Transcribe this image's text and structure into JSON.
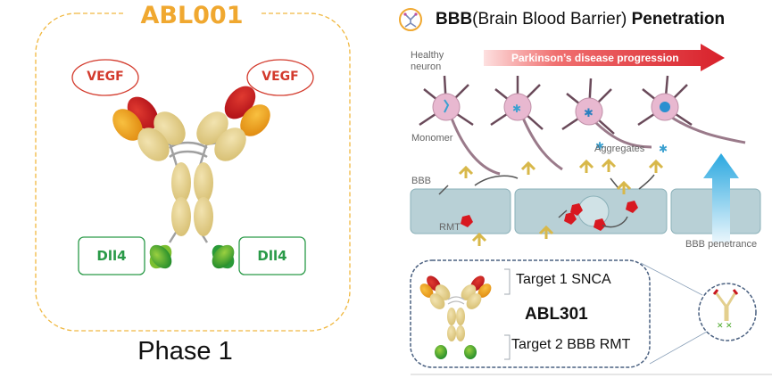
{
  "left": {
    "title": "ABL001",
    "target_top_left": "VEGF",
    "target_top_right": "VEGF",
    "target_bottom_left": "Dll4",
    "target_bottom_right": "Dll4",
    "stage": "Phase 1",
    "colors": {
      "title": "#f0a830",
      "vegf": "#d33a2c",
      "dll4": "#2a9a48",
      "antibody_body": "#e3cf8e",
      "antibody_tip_red": "#c8161e",
      "antibody_tip_orange": "#f0a020",
      "dll4_binder": "#3aa838"
    }
  },
  "right": {
    "icon": "antibody-badge-icon",
    "title_bold_1": "BBB",
    "title_regular": "(Brain Blood Barrier) ",
    "title_bold_2": "Penetration",
    "figure": {
      "healthy_neuron_label": "Healthy neuron",
      "progression_label": "Parkinson’s disease progression",
      "monomer_label": "Monomer",
      "aggregates_label": "Aggregates",
      "bbb_label": "BBB",
      "rmt_label": "RMT",
      "penetrance_label": "BBB penetrance"
    },
    "inset": {
      "target1": "Target 1 SNCA",
      "name": "ABL301",
      "target2": "Target 2 BBB RMT"
    }
  }
}
